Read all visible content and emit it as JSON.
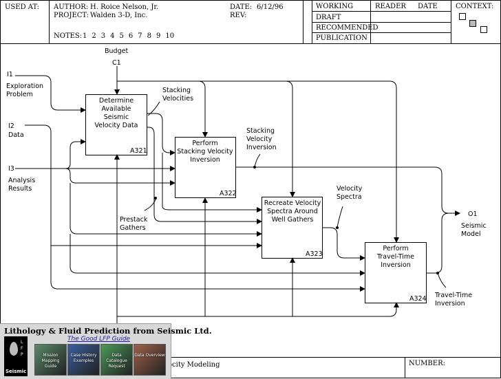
{
  "header": {
    "used_at_label": "USED AT:",
    "author_label": "AUTHOR:",
    "author": "H. Roice Nelson, Jr.",
    "project_label": "PROJECT:",
    "project": "Walden 3-D, Inc.",
    "date_label": "DATE:",
    "date": "6/12/96",
    "rev_label": "REV:",
    "notes_label": "NOTES:",
    "notes": [
      "1",
      "2",
      "3",
      "4",
      "5",
      "6",
      "7",
      "8",
      "9",
      "10"
    ],
    "status": [
      "WORKING",
      "DRAFT",
      "RECOMMENDED",
      "PUBLICATION"
    ],
    "reader_label": "READER",
    "reader_date_label": "DATE",
    "context_label": "CONTEXT:"
  },
  "diagram": {
    "inputs": [
      {
        "code": "I1",
        "label": [
          "Exploration",
          "Problem"
        ]
      },
      {
        "code": "I2",
        "label": [
          "Data"
        ]
      },
      {
        "code": "I3",
        "label": [
          "Analysis",
          "Results"
        ]
      }
    ],
    "control": {
      "code": "C1",
      "label": "Budget"
    },
    "output": {
      "code": "O1",
      "label": [
        "Seismic",
        "Model"
      ]
    },
    "boxes": [
      {
        "id": "A321",
        "label": [
          "Determine",
          "Available",
          "Seismic",
          "Velocity Data"
        ]
      },
      {
        "id": "A322",
        "label": [
          "Perform",
          "Stacking Velocity",
          "Inversion"
        ]
      },
      {
        "id": "A323",
        "label": [
          "Recreate Velocity",
          "Spectra Around",
          "Well Gathers"
        ]
      },
      {
        "id": "A324",
        "label": [
          "Perform",
          "Travel-Time",
          "Inversion"
        ]
      }
    ],
    "arrow_labels": {
      "stacking_velocities": [
        "Stacking",
        "Velocities"
      ],
      "stacking_velocity_inversion": [
        "Stacking",
        "Velocity",
        "Inversion"
      ],
      "prestack_gathers": [
        "Prestack",
        "Gathers"
      ],
      "velocity_spectra": [
        "Velocity",
        "Spectra"
      ],
      "travel_time_inversion": [
        "Travel-Time",
        "Inversion"
      ]
    }
  },
  "footer": {
    "title_fragment": "ocity Modeling",
    "number_label": "NUMBER:"
  },
  "lfp": {
    "title": "Lithology & Fluid Prediction from Seismic Ltd.",
    "link": "The Good LFP Guide",
    "logo_letters": [
      "L",
      "F",
      "P"
    ],
    "logo_text": "Seismic",
    "thumbnails": [
      {
        "label": "Mission Mapping Guide",
        "color": "#5a8a6a"
      },
      {
        "label": "Case History Examples",
        "color": "#3b5fa0"
      },
      {
        "label": "Data Catalogue Request",
        "color": "#4a9a5a"
      },
      {
        "label": "Data Overview",
        "color": "#a0604a"
      }
    ]
  }
}
